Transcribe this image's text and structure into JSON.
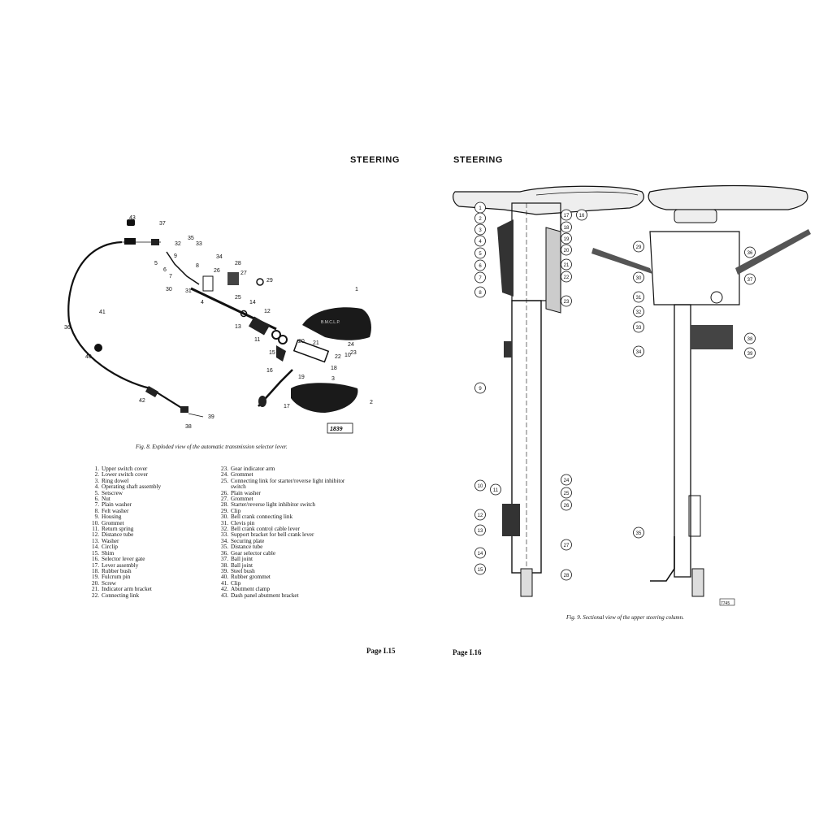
{
  "headings": {
    "left": "STEERING",
    "right": "STEERING"
  },
  "fig8": {
    "caption": "Fig. 8.   Exploded view of the automatic transmission selector lever.",
    "plate_number": "1839",
    "cover_lettering": "B.M.C.L.P.",
    "callouts": [
      "1",
      "2",
      "3",
      "4",
      "5",
      "6",
      "7",
      "8",
      "9",
      "10",
      "11",
      "12",
      "13",
      "14",
      "15",
      "16",
      "17",
      "18",
      "19",
      "20",
      "21",
      "22",
      "23",
      "24",
      "25",
      "26",
      "27",
      "28",
      "29",
      "30",
      "31",
      "32",
      "33",
      "34",
      "35",
      "36",
      "37",
      "38",
      "39",
      "40",
      "41",
      "42",
      "43"
    ]
  },
  "fig9": {
    "caption": "Fig. 9.   Sectional view of the upper steering column.",
    "plate_number": "7745",
    "callouts": [
      "1",
      "2",
      "3",
      "4",
      "5",
      "6",
      "7",
      "8",
      "9",
      "10",
      "11",
      "12",
      "13",
      "14",
      "15",
      "16",
      "17",
      "18",
      "19",
      "20",
      "21",
      "22",
      "23",
      "24",
      "25",
      "26",
      "27",
      "28",
      "29",
      "30",
      "31",
      "32",
      "33",
      "34",
      "35",
      "36",
      "37",
      "38",
      "39"
    ]
  },
  "parts_list": {
    "column1": [
      {
        "num": "1.",
        "name": "Upper switch cover"
      },
      {
        "num": "2.",
        "name": "Lower switch cover"
      },
      {
        "num": "3.",
        "name": "Ring dowel"
      },
      {
        "num": "4.",
        "name": "Operating shaft assembly"
      },
      {
        "num": "5.",
        "name": "Setscrew"
      },
      {
        "num": "6.",
        "name": "Nut"
      },
      {
        "num": "7.",
        "name": "Plain washer"
      },
      {
        "num": "8.",
        "name": "Felt washer"
      },
      {
        "num": "9.",
        "name": "Housing"
      },
      {
        "num": "10.",
        "name": "Grommet"
      },
      {
        "num": "11.",
        "name": "Return spring"
      },
      {
        "num": "12.",
        "name": "Distance tube"
      },
      {
        "num": "13.",
        "name": "Washer"
      },
      {
        "num": "14.",
        "name": "Circlip"
      },
      {
        "num": "15.",
        "name": "Shim"
      },
      {
        "num": "16.",
        "name": "Selector lever gate"
      },
      {
        "num": "17.",
        "name": "Lever assembly"
      },
      {
        "num": "18.",
        "name": "Rubber bush"
      },
      {
        "num": "19.",
        "name": "Fulcrum pin"
      },
      {
        "num": "20.",
        "name": "Screw"
      },
      {
        "num": "21.",
        "name": "Indicator arm bracket"
      },
      {
        "num": "22.",
        "name": "Connecting link"
      }
    ],
    "column2": [
      {
        "num": "23.",
        "name": "Gear indicator arm"
      },
      {
        "num": "24.",
        "name": "Grommet"
      },
      {
        "num": "25.",
        "name": "Connecting link for starter/reverse light inhibitor switch"
      },
      {
        "num": "26.",
        "name": "Plain washer"
      },
      {
        "num": "27.",
        "name": "Grommet"
      },
      {
        "num": "28.",
        "name": "Starter/reverse light inhibitor switch"
      },
      {
        "num": "29.",
        "name": "Clip"
      },
      {
        "num": "30.",
        "name": "Bell crank connecting link"
      },
      {
        "num": "31.",
        "name": "Clevis pin"
      },
      {
        "num": "32.",
        "name": "Bell crank control cable lever"
      },
      {
        "num": "33.",
        "name": "Support bracket for bell crank lever"
      },
      {
        "num": "34.",
        "name": "Securing plate"
      },
      {
        "num": "35.",
        "name": "Distance tube"
      },
      {
        "num": "36.",
        "name": "Gear selector cable"
      },
      {
        "num": "37.",
        "name": "Ball joint"
      },
      {
        "num": "38.",
        "name": "Ball joint"
      },
      {
        "num": "39.",
        "name": "Steel bush"
      },
      {
        "num": "40.",
        "name": "Rubber grommet"
      },
      {
        "num": "41.",
        "name": "Clip"
      },
      {
        "num": "42.",
        "name": "Abutment clamp"
      },
      {
        "num": "43.",
        "name": "Dash panel abutment bracket"
      }
    ]
  },
  "page_numbers": {
    "left": "Page I.15",
    "right": "Page I.16"
  }
}
